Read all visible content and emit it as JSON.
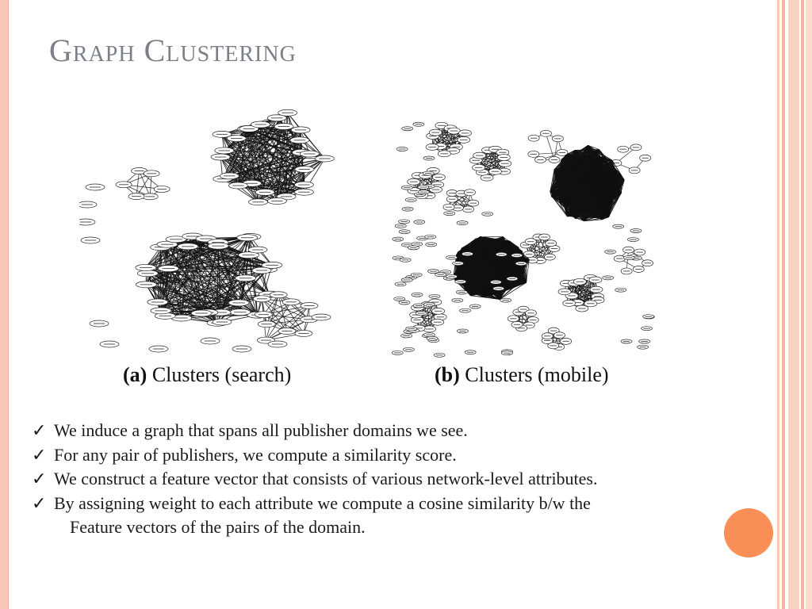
{
  "slide": {
    "title": "Graph Clustering",
    "figure": {
      "caption_a_letter": "(a)",
      "caption_a_text": " Clusters (search)",
      "caption_b_letter": "(b)",
      "caption_b_text": " Clusters (mobile)"
    },
    "bullets": [
      "We induce a graph that spans all publisher domains we see.",
      "For any pair of publishers, we compute  a similarity score.",
      "We construct a feature vector that consists of various network-level attributes.",
      "By assigning weight to each attribute we compute a cosine similarity b/w the"
    ],
    "bullet_continuation": "Feature vectors of the pairs of the domain.",
    "check_glyph": "✓",
    "colors": {
      "title": "#7b7f87",
      "accent": "#f98e57",
      "edge": "#f6c8b4"
    }
  }
}
